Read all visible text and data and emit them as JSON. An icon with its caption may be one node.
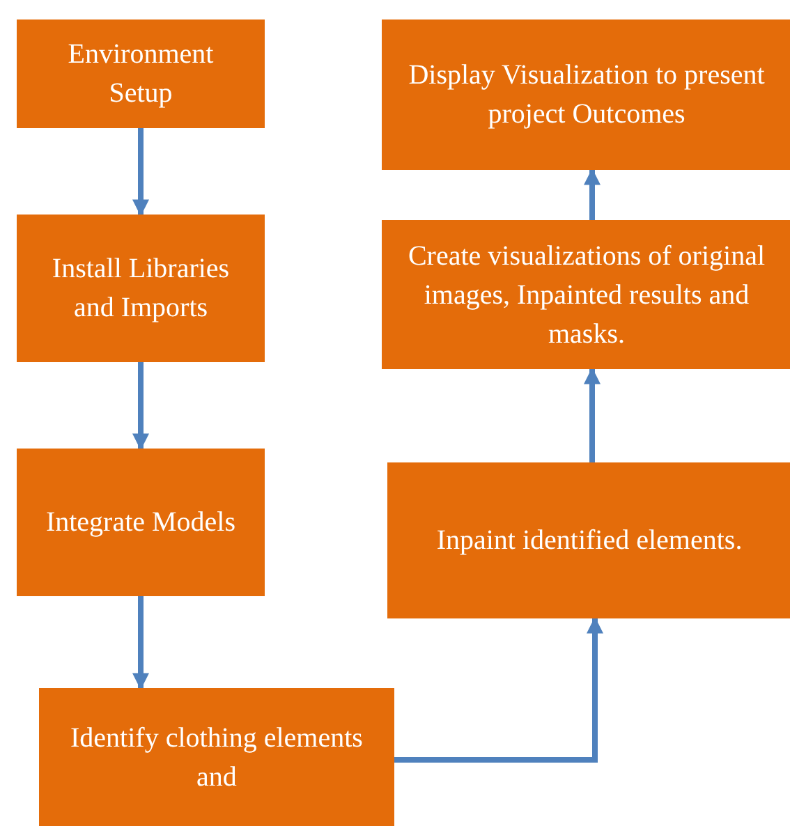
{
  "diagram": {
    "nodes": [
      {
        "text": [
          "Environment Setup"
        ]
      },
      {
        "text": [
          "Install Libraries and Imports"
        ]
      },
      {
        "text": [
          "Integrate Models"
        ]
      },
      {
        "text": [
          "Identify clothing elements and"
        ]
      },
      {
        "text": [
          "Inpaint identified elements."
        ]
      },
      {
        "text": [
          "Create visualizations of original images, Inpainted results and masks."
        ]
      },
      {
        "text": [
          "Display Visualization to present project Outcomes"
        ]
      }
    ],
    "edges": [
      {
        "from": 0,
        "to": 1,
        "arrow": "to"
      },
      {
        "from": 1,
        "to": 2,
        "arrow": "to"
      },
      {
        "from": 2,
        "to": 3,
        "arrow": "to"
      },
      {
        "from": 3,
        "to": 4,
        "arrow": "to"
      },
      {
        "from": 4,
        "to": 5,
        "arrow": "to"
      },
      {
        "from": 5,
        "to": 6,
        "arrow": "to"
      }
    ]
  }
}
